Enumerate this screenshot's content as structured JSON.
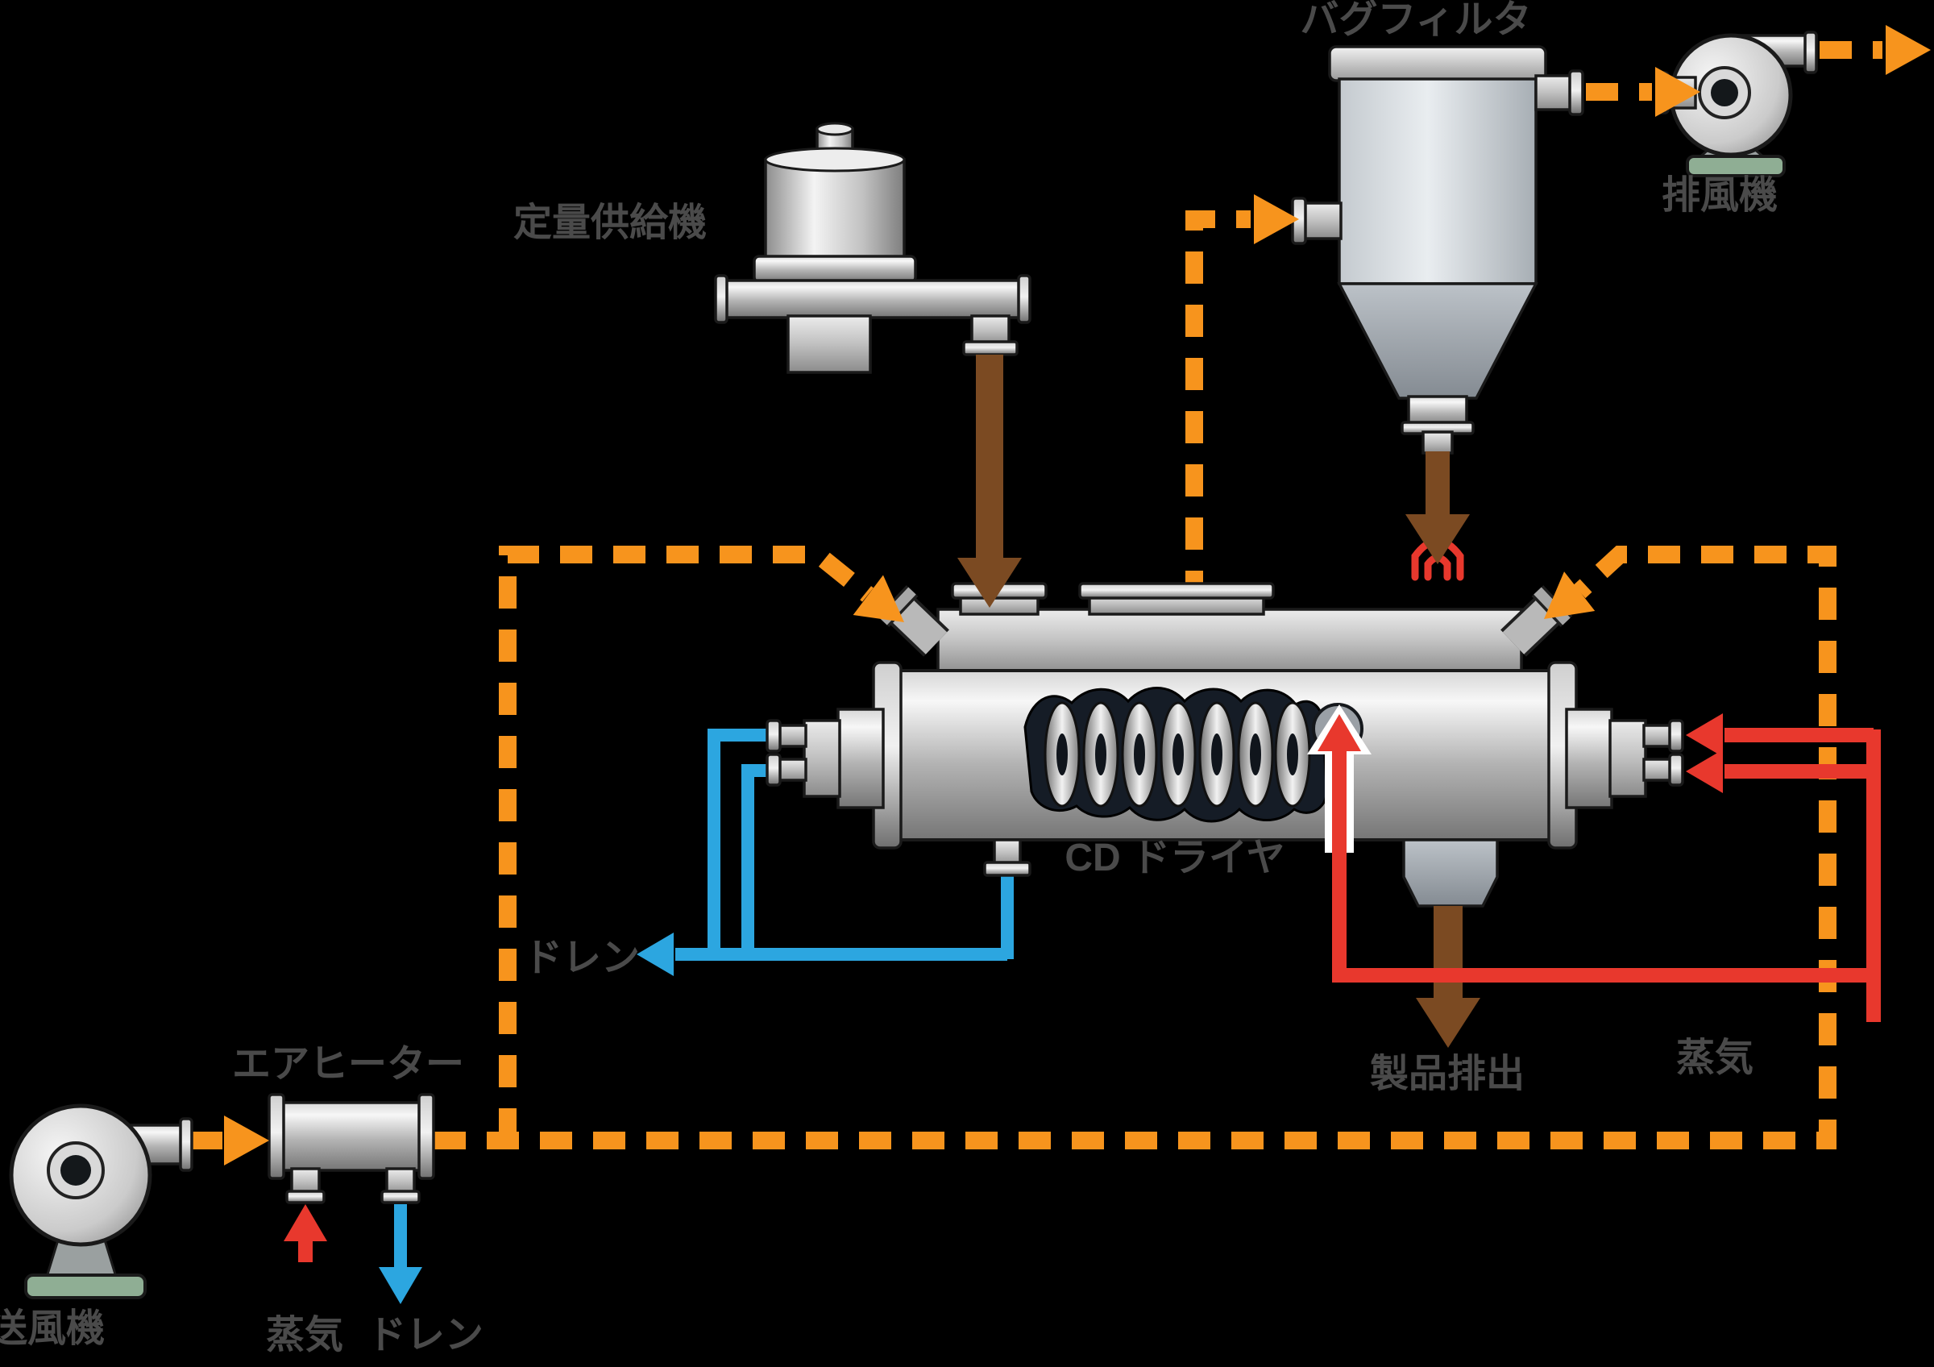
{
  "diagram": {
    "labels": {
      "bag_filter": "バグフィルタ",
      "exhaust_fan": "排風機",
      "feeder": "定量供給機",
      "dryer": "CD ドライヤ",
      "drain_dryer": "ドレン",
      "air_heater": "エアヒーター",
      "blower": "送風機",
      "steam_heater": "蒸気",
      "drain_heater": "ドレン",
      "product_discharge": "製品排出",
      "steam_dryer": "蒸気"
    },
    "colors": {
      "background": "#000000",
      "hot_air_line": "#F7941D",
      "material_line": "#7B4A22",
      "steam_line": "#E8382D",
      "drain_line": "#2CA6E0",
      "label_text": "#4A4A4A",
      "base_pad": "#8FAE94"
    }
  }
}
